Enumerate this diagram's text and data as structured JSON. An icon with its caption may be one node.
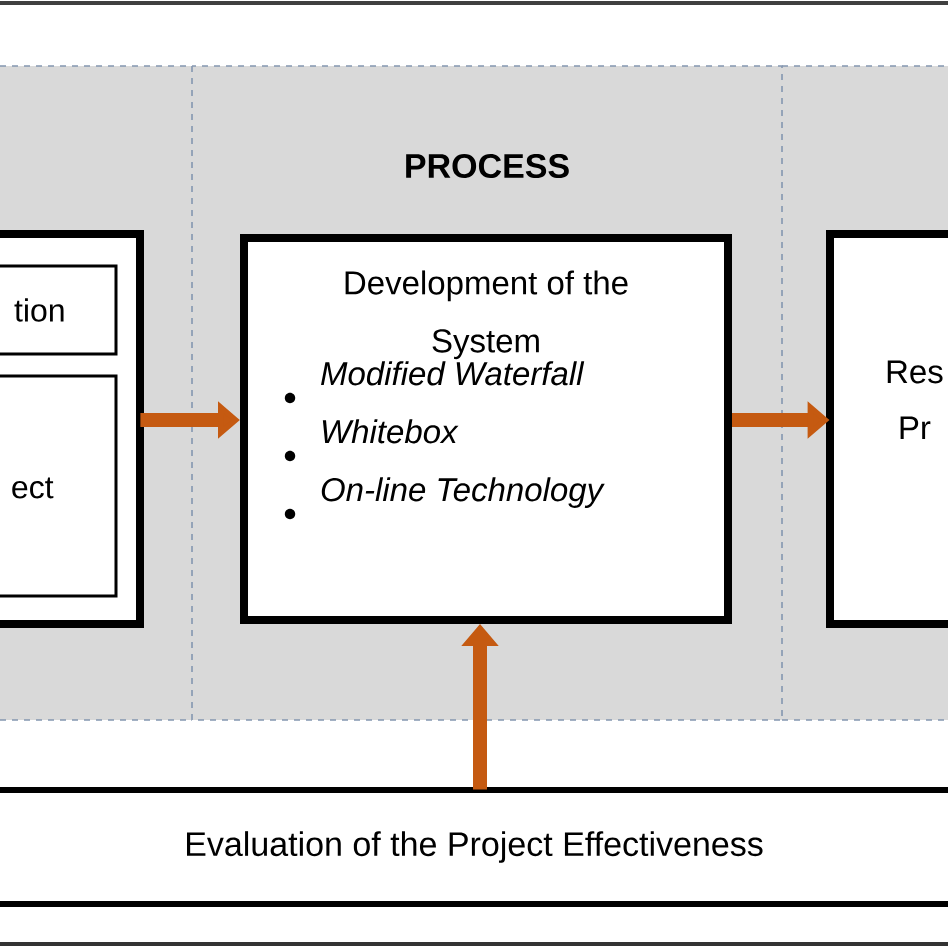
{
  "diagram": {
    "nodes": [
      {
        "text": [
          "PROCESS"
        ]
      },
      {
        "text": [],
        "shape": "box"
      },
      {
        "text": [
          "tion"
        ],
        "in": 1
      },
      {
        "text": [
          "ect"
        ],
        "in": 1
      },
      {
        "text": [
          "Development of the System",
          "Modified Waterfall",
          "Whitebox",
          "On-line Technology"
        ],
        "in": 0
      },
      {
        "text": [
          "Res Pr"
        ]
      },
      {
        "text": [
          "Evaluation of the Project Effectiveness"
        ]
      }
    ],
    "edges": [
      {
        "from": 1,
        "to": 4,
        "arrow": "to"
      },
      {
        "from": 4,
        "to": 5,
        "arrow": "to"
      },
      {
        "from": 6,
        "to": 4,
        "arrow": "to"
      }
    ]
  }
}
